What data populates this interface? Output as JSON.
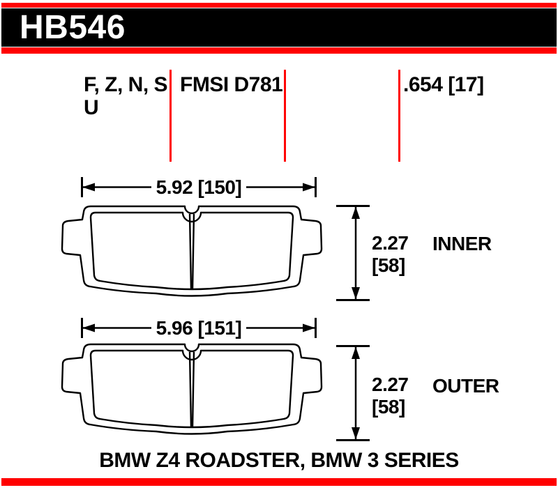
{
  "header": {
    "part_number": "HB546"
  },
  "specs": {
    "compounds_line1": "F, Z, N, S",
    "compounds_line2": "U",
    "fmsi": "FMSI D781",
    "thickness": ".654 [17]"
  },
  "inner_pad": {
    "width": "5.92 [150]",
    "height_in": "2.27",
    "height_mm": "[58]",
    "label": "INNER"
  },
  "outer_pad": {
    "width": "5.96 [151]",
    "height_in": "2.27",
    "height_mm": "[58]",
    "label": "OUTER"
  },
  "footer": {
    "application": "BMW Z4 ROADSTER, BMW 3 SERIES"
  },
  "colors": {
    "accent_red": "#ff0000",
    "bar_black": "#000000"
  }
}
